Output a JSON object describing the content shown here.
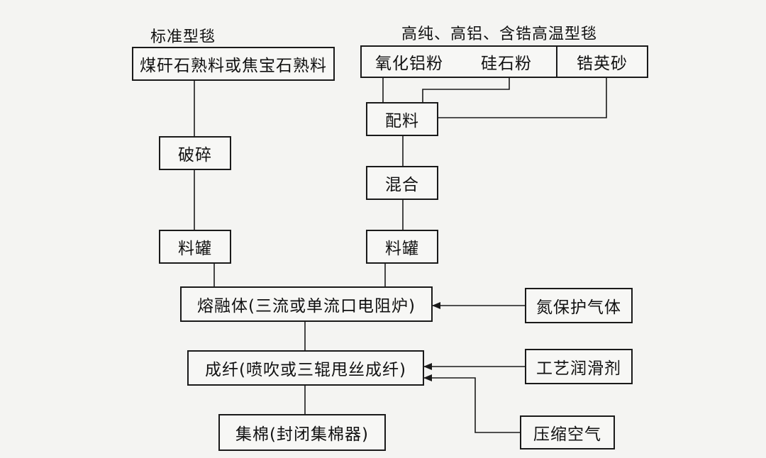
{
  "left_branch": {
    "heading": "标准型毯",
    "raw_material": "煤矸石熟料或焦宝石熟料",
    "crushing": "破碎",
    "tank": "料罐"
  },
  "right_branch": {
    "heading": "高纯、高铝、含锆高温型毯",
    "materials": [
      "氧化铝粉",
      "硅石粉",
      "锆英砂"
    ],
    "batching": "配料",
    "mixing": "混合",
    "tank": "料罐"
  },
  "main_flow": {
    "melting": "熔融体(三流或单流口电阻炉)",
    "fiberizing": "成纤(喷吹或三辊甩丝成纤)",
    "collection": "集棉(封闭集棉器)"
  },
  "inputs": {
    "nitrogen": "氮保护气体",
    "lubricant": "工艺润滑剂",
    "compressed_air": "压缩空气"
  }
}
